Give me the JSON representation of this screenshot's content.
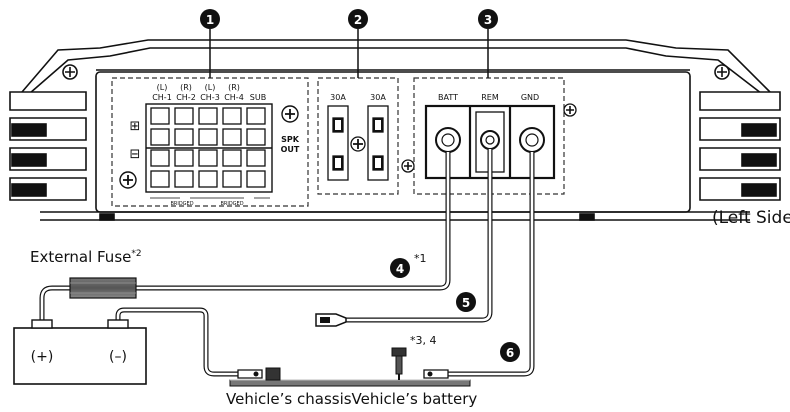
{
  "callouts": [
    "1",
    "2",
    "3",
    "4",
    "5",
    "6"
  ],
  "speaker_panel": {
    "channel_top": [
      "(L)",
      "(R)",
      "(L)",
      "(R)",
      ""
    ],
    "channel_names": [
      "CH-1",
      "CH-2",
      "CH-3",
      "CH-4",
      "SUB"
    ],
    "plus_sign": "⊞",
    "minus_sign": "⊟",
    "spk_out": [
      "SPK",
      "OUT"
    ],
    "bridged": [
      "BRIDGED",
      "BRIDGED"
    ]
  },
  "fuse_panel": {
    "labels": [
      "30A",
      "30A"
    ]
  },
  "power_panel": {
    "labels": [
      "BATT",
      "REM",
      "GND"
    ]
  },
  "left_side": "(Left Side)",
  "external_fuse": {
    "text": "External Fuse",
    "note": "*2"
  },
  "note_batt": "*1",
  "note_chassis": "*3, 4",
  "battery": {
    "plus": "(+)",
    "minus": "(–)"
  },
  "caption": "Vehicle’s chassisVehicle’s battery"
}
